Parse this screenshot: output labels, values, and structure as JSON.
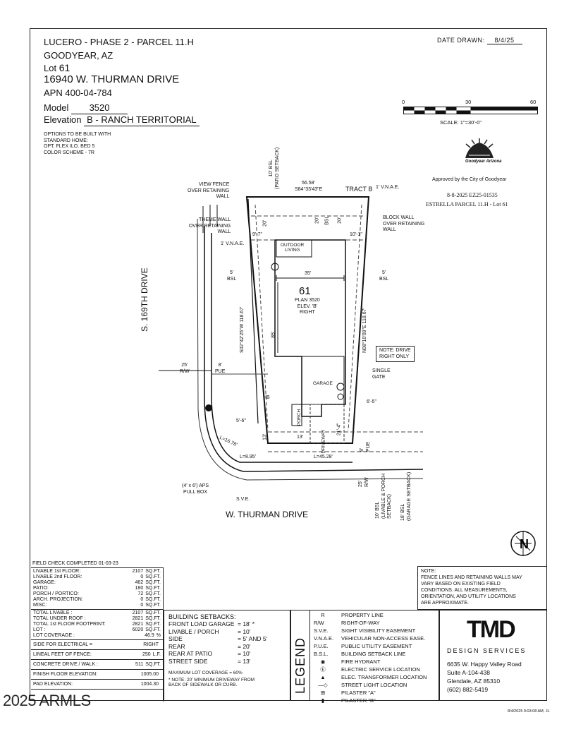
{
  "header": {
    "line1": "LUCERO - PHASE 2 - PARCEL 11.H",
    "line2": "GOODYEAR, AZ",
    "lot_label": "Lot",
    "lot_value": "61",
    "address": "16940 W. THURMAN DRIVE",
    "apn_label": "APN",
    "apn_value": "400-04-784",
    "model_label": "Model",
    "model_value": "3520",
    "elevation_label": "Elevation",
    "elevation_value": "B - RANCH TERRITORIAL",
    "options": [
      "OPTIONS TO BE BUILT WITH",
      "STANDARD HOME:",
      "OPT. FLEX ILO. BED 5",
      "COLOR SCHEME  -  7R"
    ]
  },
  "date": {
    "label": "DATE DRAWN:",
    "value": "8/4/25"
  },
  "scale": {
    "ticks": [
      "0",
      "30",
      "60"
    ],
    "text": "SCALE:  1\"=30'-0\""
  },
  "approval": {
    "logo_text": "Goodyear Arizona",
    "approved": "Approved by the City of Goodyear",
    "line1": "8-8-2025 EZ25-01535",
    "line2": "ESTRELLA PARCEL 11.H - Lot 61"
  },
  "plan": {
    "lot_number": "61",
    "plan": "PLAN 3520",
    "elev": "ELEV. 'B'",
    "right": "RIGHT",
    "street_side": "S. 169TH DRIVE",
    "street_front": "W. THURMAN DRIVE",
    "labels": {
      "view_fence": [
        "VIEW FENCE",
        "OVER RETAINING",
        "WALL"
      ],
      "theme_wall": [
        "THEME WALL",
        "OVER RETAINING",
        "WALL"
      ],
      "vnae_left": "1' V.N.A.E.",
      "vnae_top": "1' V.N.A.E.",
      "tract": "TRACT B",
      "top_dim": "56.58'",
      "top_bearing": "S84°33'43\"E",
      "patio_setback": [
        "10' BSL",
        "(PATIO SETBACK)"
      ],
      "block_wall": [
        "BLOCK WALL",
        "OVER RETAINING",
        "WALL"
      ],
      "outdoor_living": [
        "OUTDOOR",
        "LIVING"
      ],
      "dim_20a": "20'",
      "dim_20b": "20'",
      "dim_20c": "20'",
      "bsl_top": "BSL",
      "dim_9_7": "9'-7\"",
      "dim_10_1": "10'-1\"",
      "dim_35": "35'",
      "bsl_left": [
        "5'",
        "BSL"
      ],
      "bsl_right": [
        "5'",
        "BSL"
      ],
      "left_bearing": "S02°42'25\"W  118.67'",
      "right_bearing": "N08°10'09\"E  118.67'",
      "dim_85": "85'",
      "note_drive": [
        "NOTE: DRIVE",
        "RIGHT ONLY"
      ],
      "single_gate": [
        "SINGLE",
        "GATE"
      ],
      "garage": "GARAGE",
      "porch": "PORCH",
      "driveway": "DRIVEWAY",
      "rw_25": [
        "25'",
        "R/W"
      ],
      "pue_8": [
        "8'",
        "PUE"
      ],
      "dim_5_6": "5'-6\"",
      "dim_6_5": "6'-5\"",
      "dim_13a": "13'",
      "dim_13b": "13'",
      "dim_21_4": "21'-4\"",
      "curve1": "L=16.78'",
      "curve2": "L=8.95'",
      "curve3": "L=45.28'",
      "aps": [
        "(4' x 6') APS",
        "PULL BOX"
      ],
      "sve": "S.V.E.",
      "rw_right": [
        "25'",
        "R/W"
      ],
      "pue_right": [
        "8'",
        "PUE"
      ],
      "bsl_front": [
        "10' BSL",
        "(LIVABLE & PORCH",
        "SETBACK)"
      ],
      "garage_setback": [
        "18' BSL",
        "(GARAGE SETBACK)"
      ],
      "hb": "HB"
    }
  },
  "field_check": "FIELD CHECK COMPLETED 01-03-23",
  "areas": [
    {
      "label": "LIVABLE 1st FLOOR:",
      "value": "2107",
      "unit": "SQ.FT."
    },
    {
      "label": "LIVABLE 2nd FLOOR:",
      "value": "0",
      "unit": "SQ.FT."
    },
    {
      "label": "GARAGE:",
      "value": "462",
      "unit": "SQ.FT."
    },
    {
      "label": "PATIO:",
      "value": "180",
      "unit": "SQ.FT."
    },
    {
      "label": "PORCH / PORTICO:",
      "value": "72",
      "unit": "SQ.FT."
    },
    {
      "label": "ARCH. PROJECTION:",
      "value": "0",
      "unit": "SQ.FT."
    },
    {
      "label": "MISC:",
      "value": "0",
      "unit": "SQ.FT."
    }
  ],
  "totals": [
    {
      "label": "TOTAL LIVABLE :",
      "value": "2107",
      "unit": "SQ.FT."
    },
    {
      "label": "TOTAL UNDER ROOF :",
      "value": "2821",
      "unit": "SQ.FT."
    },
    {
      "label": "TOTAL 1st FLOOR FOOTPRINT:",
      "value": "2821",
      "unit": "SQ.FT."
    },
    {
      "label": "LOT :",
      "value": "6020",
      "unit": "SQ.FT."
    },
    {
      "label": "LOT COVERAGE :",
      "value": "46.9",
      "unit": "%"
    }
  ],
  "extras": [
    {
      "label": "SIDE FOR ELECTRICAL =",
      "value": "RIGHT",
      "unit": ""
    },
    {
      "label": "LINEAL FEET OF FENCE:",
      "value": "250",
      "unit": "L.F."
    },
    {
      "label": "CONCRETE DRIVE / WALK :",
      "value": "511",
      "unit": "SQ.FT."
    },
    {
      "label": "FINISH FLOOR ELEVATION:",
      "value": "1005.00",
      "unit": ""
    },
    {
      "label": "PAD ELEVATION:",
      "value": "1004.30",
      "unit": ""
    }
  ],
  "setbacks": {
    "title": "BUILDING SETBACKS:",
    "rows": [
      {
        "label": "FRONT LOAD GARAGE",
        "value": "= 18' *"
      },
      {
        "label": "LIVABLE / PORCH",
        "value": "= 10'"
      },
      {
        "label": "SIDE",
        "value": "= 5' AND 5'"
      },
      {
        "label": "REAR",
        "value": "= 20'"
      },
      {
        "label": "REAR AT PATIO",
        "value": "= 10'"
      },
      {
        "label": "STREET SIDE",
        "value": "= 13'"
      }
    ],
    "max_cov": "MAXIMUM LOT COVERAGE    = 60%",
    "note": [
      "* NOTE: 20' MINIMUM DRIVEWAY FROM",
      "BACK OF SIDEWALK OR CURB."
    ]
  },
  "legend": {
    "title": "LEGEND",
    "rows": [
      {
        "sym": "R",
        "abbr": "",
        "desc": "PROPERTY LINE"
      },
      {
        "sym": "",
        "abbr": "R/W",
        "desc": "RIGHT-OF-WAY"
      },
      {
        "sym": "",
        "abbr": "S.V.E.",
        "desc": "SIGHT VISIBILITY EASEMENT"
      },
      {
        "sym": "",
        "abbr": "V.N.A.E.",
        "desc": "VEHICULAR NON-ACCESS EASE."
      },
      {
        "sym": "",
        "abbr": "P.U.E.",
        "desc": "PUBLIC UTILITY EASEMENT"
      },
      {
        "sym": "",
        "abbr": "B.S.L.",
        "desc": "BUILDING SETBACK LINE"
      },
      {
        "sym": "◉",
        "abbr": "",
        "desc": "FIRE HYDRANT"
      },
      {
        "sym": "Ⓔ",
        "abbr": "",
        "desc": "ELECTRIC SERVICE LOCATION"
      },
      {
        "sym": "▲",
        "abbr": "",
        "desc": "ELEC. TRANSFORMER LOCATION"
      },
      {
        "sym": "—◇",
        "abbr": "",
        "desc": "STREET LIGHT LOCATION"
      },
      {
        "sym": "⊞",
        "abbr": "",
        "desc": "PILASTER \"A\""
      },
      {
        "sym": "▮",
        "abbr": "",
        "desc": "PILASTER \"B\""
      }
    ]
  },
  "note_box": [
    "NOTE:",
    "FENCE LINES AND RETAINING WALLS MAY",
    "VARY BASED ON EXISTING FIELD",
    "CONDITIONS. ALL MEASUREMENTS,",
    "ORIENTATION, AND UTILITY LOCATIONS",
    "ARE APPROXIMATE."
  ],
  "company": {
    "logo": "TMD",
    "tagline": "DESIGN SERVICES",
    "addr": [
      "6635 W. Happy Valley Road",
      "Suite A-104-438",
      "Glendale, AZ 85310",
      "(602) 882-5419"
    ]
  },
  "watermark": "2025 ARMLS",
  "footer_stamp": "8/4/2025 9:03:08 AM, JL"
}
